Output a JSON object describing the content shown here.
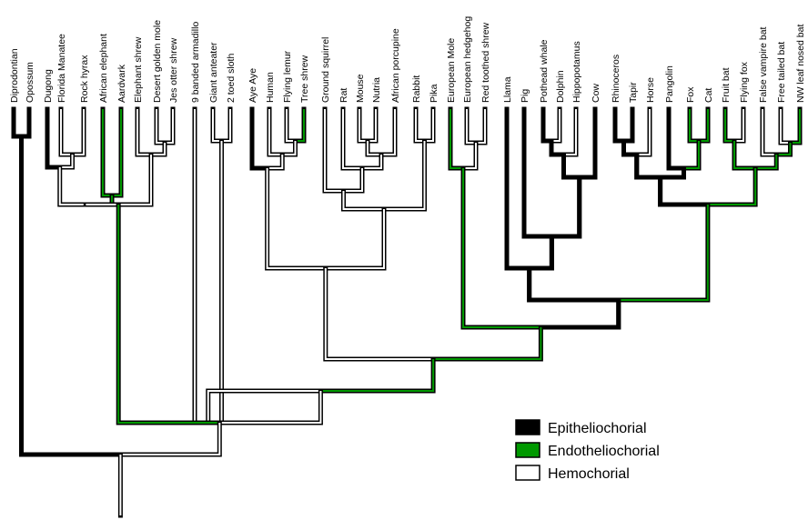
{
  "figure": {
    "taxa": [
      "Diprodontian",
      "Opossum",
      "Dugong",
      "Florida Manatee",
      "Rock hyrax",
      "African elephant",
      "Aardvark",
      "Elephant shrew",
      "Desert golden mole",
      "Jes otter shrew",
      "9 banded armadillo",
      "Giant anteater",
      "2 toed sloth",
      "Aye Aye",
      "Human",
      "Flying lemur",
      "Tree shrew",
      "Ground squirrel",
      "Rat",
      "Mouse",
      "Nutria",
      "African porcupine",
      "Rabbit",
      "Pika",
      "European Mole",
      "European hedgehog",
      "Red toothed shrew",
      "Llama",
      "Pig",
      "Pothead whale",
      "Dolphin",
      "Hippopotamus",
      "Cow",
      "Rhinoceros",
      "Tapir",
      "Horse",
      "Pangolin",
      "Fox",
      "Cat",
      "Fruit bat",
      "Flying fox",
      "False vampire bat",
      "Free tailed bat",
      "NW leaf nosed bat"
    ],
    "colors": {
      "epitheliochorial": "#000000",
      "endotheliochorial": "#009900",
      "hemochorial": "#ffffff"
    }
  },
  "legend": {
    "items": [
      {
        "label": "Epitheliochorial",
        "color": "#000000"
      },
      {
        "label": "Endotheliochorial",
        "color": "#009900"
      },
      {
        "label": "Hemochorial",
        "color": "#ffffff"
      }
    ]
  }
}
